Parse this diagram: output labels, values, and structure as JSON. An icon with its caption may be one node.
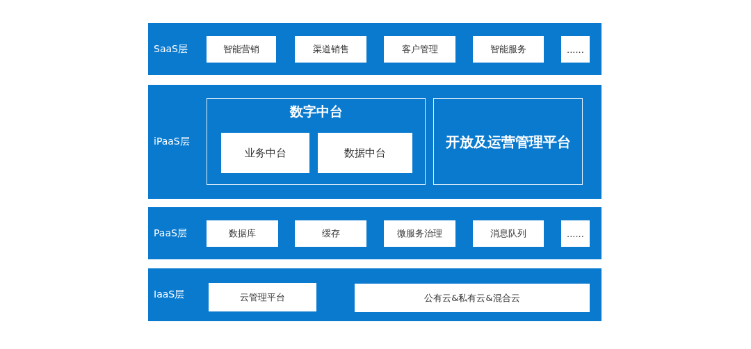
{
  "diagram": {
    "nodes": [
      {
        "text": [
          "SaaS层"
        ]
      },
      {
        "text": [
          "智能营销"
        ],
        "in": 0
      },
      {
        "text": [
          "渠道销售"
        ],
        "in": 0
      },
      {
        "text": [
          "客户管理"
        ],
        "in": 0
      },
      {
        "text": [
          "智能服务"
        ],
        "in": 0
      },
      {
        "text": [
          "......"
        ],
        "in": 0
      },
      {
        "text": [
          "iPaaS层"
        ]
      },
      {
        "text": [
          "数字中台"
        ],
        "in": 6
      },
      {
        "text": [
          "业务中台"
        ],
        "in": 7
      },
      {
        "text": [
          "数据中台"
        ],
        "in": 7
      },
      {
        "text": [
          "开放及运营管理平台"
        ],
        "in": 6
      },
      {
        "text": [
          "PaaS层"
        ]
      },
      {
        "text": [
          "数据库"
        ],
        "in": 11
      },
      {
        "text": [
          "缓存"
        ],
        "in": 11
      },
      {
        "text": [
          "微服务治理"
        ],
        "in": 11
      },
      {
        "text": [
          "消息队列"
        ],
        "in": 11
      },
      {
        "text": [
          "......"
        ],
        "in": 11
      },
      {
        "text": [
          "IaaS层"
        ]
      },
      {
        "text": [
          "云管理平台"
        ],
        "in": 17
      },
      {
        "text": [
          "公有云&私有云&混合云"
        ],
        "in": 17
      }
    ]
  }
}
